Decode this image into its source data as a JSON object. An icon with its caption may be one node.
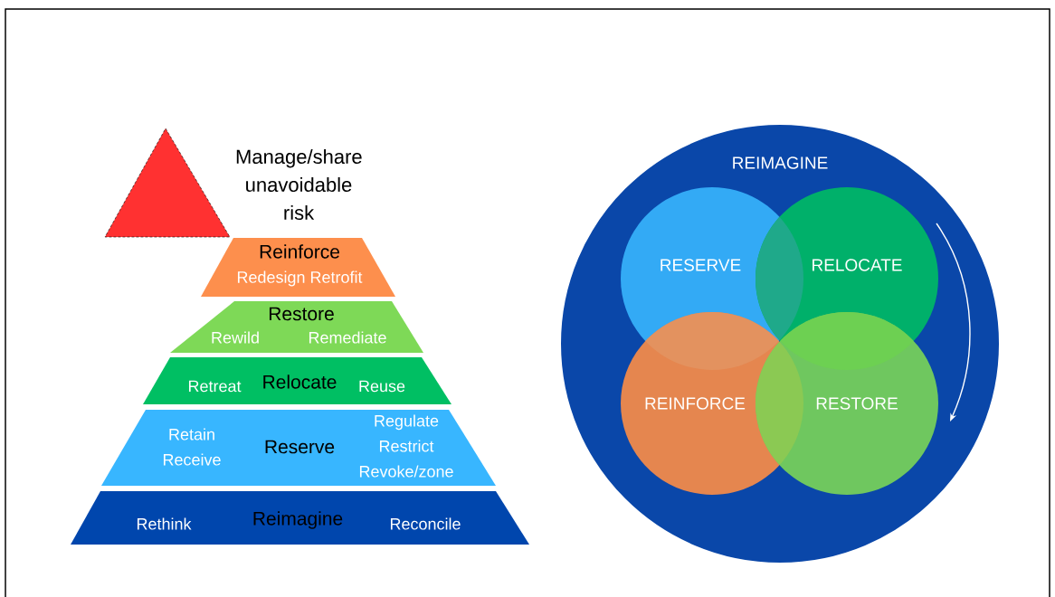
{
  "diagram": {
    "nodes": [
      {
        "text": [],
        "shape": "triangle",
        "beside": [
          "Manage/share unavoidable risk"
        ]
      },
      {
        "text": [
          "Reinforce",
          "Redesign Retrofit"
        ]
      },
      {
        "text": [
          "Restore",
          "Rewild",
          "Remediate"
        ]
      },
      {
        "text": [
          "Retreat",
          "Relocate",
          "Reuse"
        ]
      },
      {
        "text": [
          "Retain Receive",
          "Reserve",
          "Regulate Restrict Revoke/zone"
        ]
      },
      {
        "text": [
          "Rethink",
          "Reimagine",
          "Reconcile"
        ]
      },
      {
        "text": [
          "REIMAGINE"
        ]
      },
      {
        "text": [
          "RESERVE"
        ],
        "in": 6
      },
      {
        "text": [
          "RELOCATE"
        ],
        "in": 6
      },
      {
        "text": [
          "REINFORCE"
        ],
        "in": 6
      },
      {
        "text": [
          "RESTORE"
        ],
        "in": 6
      }
    ]
  }
}
